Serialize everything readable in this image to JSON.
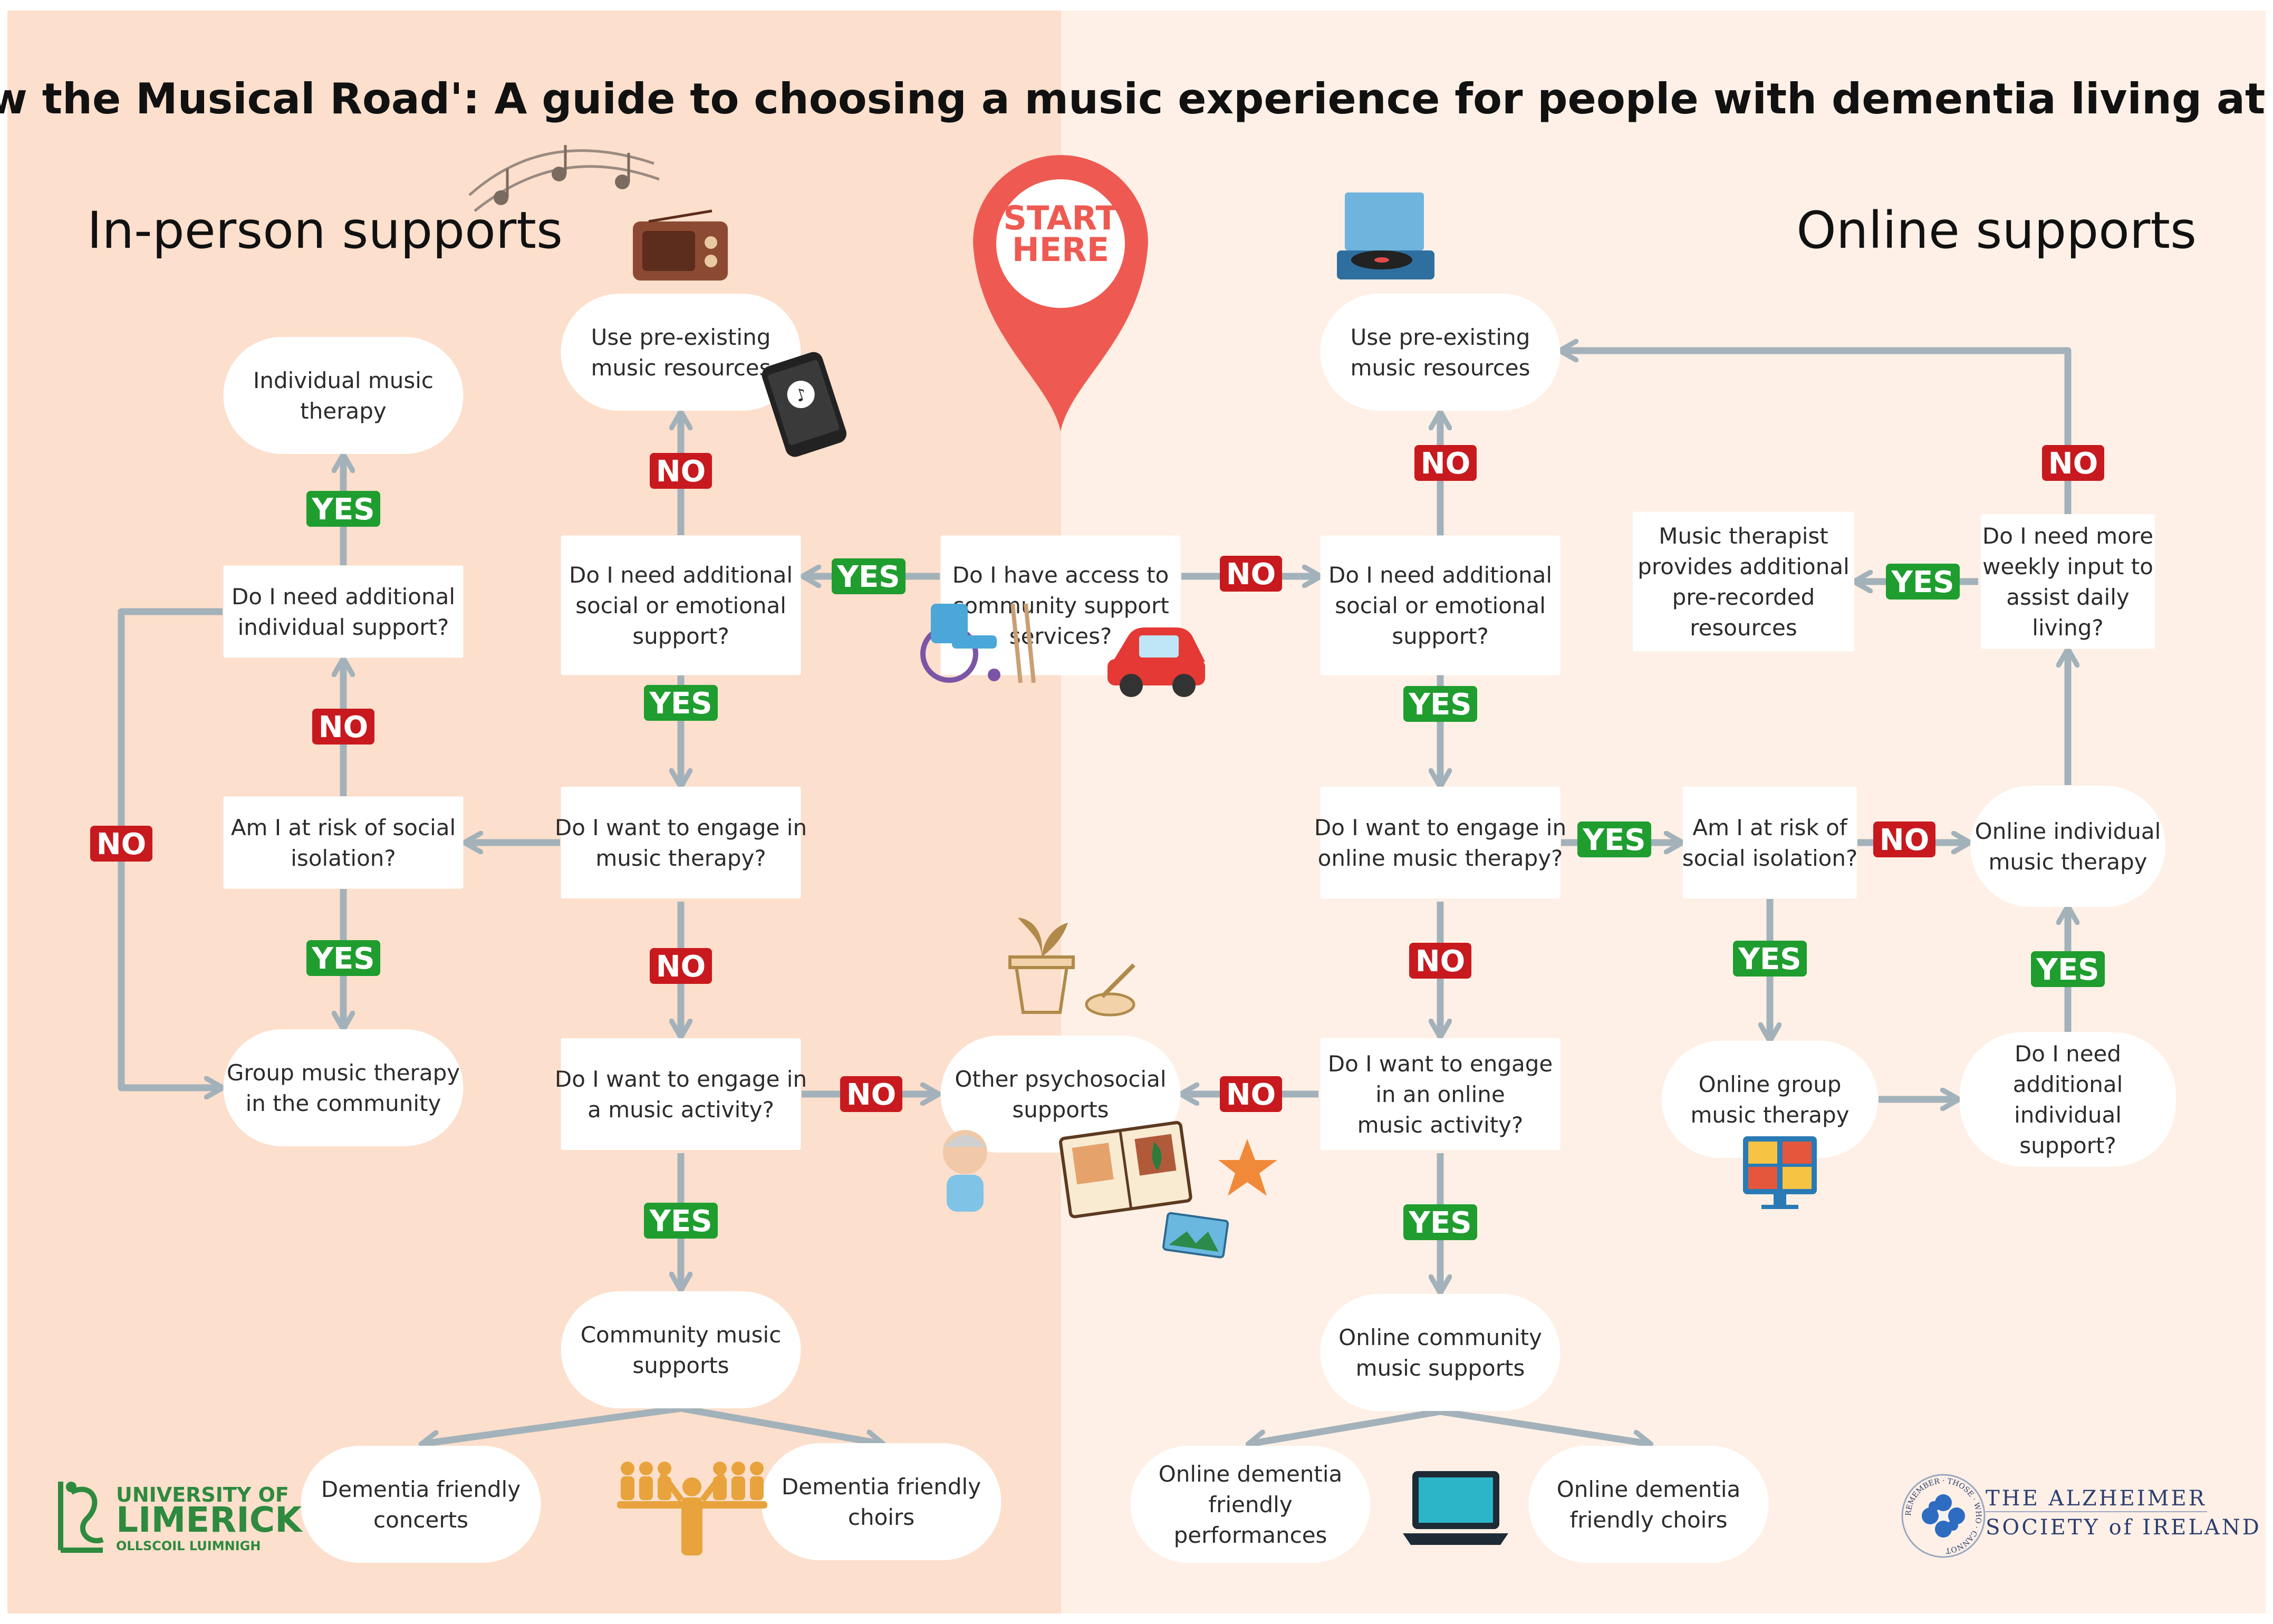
{
  "title": "'Follow the Musical Road': A guide to choosing a music experience for people with dementia living at home",
  "left_heading": "In-person supports",
  "right_heading": "Online supports",
  "start_marker": [
    "START",
    "HERE"
  ],
  "colors": {
    "left_bg": "#fcdfcc",
    "right_bg": "#fef0e6",
    "arrow": "#a3b2ba",
    "yes": "#1f9d2f",
    "no": "#c8191e",
    "pin": "#ee5a52"
  },
  "nodes": [
    {
      "id": "start",
      "shape": "rect",
      "lines": [
        "Do I have access to",
        "community support",
        "services?"
      ]
    },
    {
      "id": "ip_social",
      "shape": "rect",
      "lines": [
        "Do I need additional",
        "social or emotional",
        "support?"
      ]
    },
    {
      "id": "ip_resources",
      "shape": "pill",
      "lines": [
        "Use pre-existing",
        "music resources"
      ]
    },
    {
      "id": "ip_therapy_q",
      "shape": "rect",
      "lines": [
        "Do I want to engage in",
        "music therapy?"
      ]
    },
    {
      "id": "ip_isolation",
      "shape": "rect",
      "lines": [
        "Am I at risk of social",
        "isolation?"
      ]
    },
    {
      "id": "ip_individual_q",
      "shape": "rect",
      "lines": [
        "Do I need additional",
        "individual support?"
      ]
    },
    {
      "id": "ip_individual_therapy",
      "shape": "pill",
      "lines": [
        "Individual music",
        "therapy"
      ]
    },
    {
      "id": "ip_group_therapy",
      "shape": "pill",
      "lines": [
        "Group music therapy",
        "in the community"
      ]
    },
    {
      "id": "ip_activity_q",
      "shape": "rect",
      "lines": [
        "Do I want to engage in",
        "a music activity?"
      ]
    },
    {
      "id": "psychosocial",
      "shape": "pill",
      "lines": [
        "Other psychosocial",
        "supports"
      ]
    },
    {
      "id": "ip_community",
      "shape": "pill",
      "lines": [
        "Community music",
        "supports"
      ]
    },
    {
      "id": "ip_concerts",
      "shape": "pill",
      "lines": [
        "Dementia friendly",
        "concerts"
      ]
    },
    {
      "id": "ip_choirs",
      "shape": "pill",
      "lines": [
        "Dementia friendly",
        "choirs"
      ]
    },
    {
      "id": "ol_social",
      "shape": "rect",
      "lines": [
        "Do I need additional",
        "social or emotional",
        "support?"
      ]
    },
    {
      "id": "ol_resources",
      "shape": "pill",
      "lines": [
        "Use pre-existing",
        "music  resources"
      ]
    },
    {
      "id": "ol_therapy_q",
      "shape": "rect",
      "lines": [
        "Do I want to engage in",
        "online music therapy?"
      ]
    },
    {
      "id": "ol_isolation",
      "shape": "rect",
      "lines": [
        "Am I at risk of",
        "social isolation?"
      ]
    },
    {
      "id": "ol_individual_therapy",
      "shape": "pill",
      "lines": [
        "Online individual",
        "music therapy"
      ]
    },
    {
      "id": "ol_weekly_q",
      "shape": "rect",
      "lines": [
        "Do I need more",
        "weekly input to",
        "assist daily",
        "living?"
      ]
    },
    {
      "id": "ol_prerecorded",
      "shape": "rect",
      "lines": [
        "Music therapist",
        "provides additional",
        "pre-recorded",
        "resources"
      ]
    },
    {
      "id": "ol_group_therapy",
      "shape": "pill",
      "lines": [
        "Online group",
        "music therapy"
      ]
    },
    {
      "id": "ol_individual_q",
      "shape": "pill",
      "lines": [
        "Do I need",
        "additional",
        "individual",
        "support?"
      ]
    },
    {
      "id": "ol_activity_q",
      "shape": "rect",
      "lines": [
        "Do I want to engage",
        "in an online",
        "music activity?"
      ]
    },
    {
      "id": "ol_community",
      "shape": "pill",
      "lines": [
        "Online community",
        "music supports"
      ]
    },
    {
      "id": "ol_performances",
      "shape": "pill",
      "lines": [
        "Online dementia",
        "friendly",
        "performances"
      ]
    },
    {
      "id": "ol_choirs",
      "shape": "pill",
      "lines": [
        "Online dementia",
        "friendly choirs"
      ]
    }
  ],
  "edges": [
    {
      "from": "start",
      "to": "ip_social",
      "label": "YES"
    },
    {
      "from": "start",
      "to": "ol_social",
      "label": "NO"
    },
    {
      "from": "ip_social",
      "to": "ip_resources",
      "label": "NO"
    },
    {
      "from": "ip_social",
      "to": "ip_therapy_q",
      "label": "YES"
    },
    {
      "from": "ip_therapy_q",
      "to": "ip_isolation",
      "label": ""
    },
    {
      "from": "ip_isolation",
      "to": "ip_individual_q",
      "label": "NO"
    },
    {
      "from": "ip_isolation",
      "to": "ip_group_therapy",
      "label": "YES"
    },
    {
      "from": "ip_individual_q",
      "to": "ip_individual_therapy",
      "label": "YES"
    },
    {
      "from": "ip_individual_q",
      "to": "ip_group_therapy",
      "label": "NO"
    },
    {
      "from": "ip_therapy_q",
      "to": "ip_activity_q",
      "label": "NO"
    },
    {
      "from": "ip_activity_q",
      "to": "psychosocial",
      "label": "NO"
    },
    {
      "from": "ip_activity_q",
      "to": "ip_community",
      "label": "YES"
    },
    {
      "from": "ip_community",
      "to": "ip_concerts",
      "label": ""
    },
    {
      "from": "ip_community",
      "to": "ip_choirs",
      "label": ""
    },
    {
      "from": "ol_social",
      "to": "ol_resources",
      "label": "NO"
    },
    {
      "from": "ol_social",
      "to": "ol_therapy_q",
      "label": "YES"
    },
    {
      "from": "ol_therapy_q",
      "to": "ol_isolation",
      "label": "YES"
    },
    {
      "from": "ol_isolation",
      "to": "ol_individual_therapy",
      "label": "NO"
    },
    {
      "from": "ol_isolation",
      "to": "ol_group_therapy",
      "label": "YES"
    },
    {
      "from": "ol_group_therapy",
      "to": "ol_individual_q",
      "label": ""
    },
    {
      "from": "ol_individual_q",
      "to": "ol_individual_therapy",
      "label": "YES"
    },
    {
      "from": "ol_individual_therapy",
      "to": "ol_weekly_q",
      "label": ""
    },
    {
      "from": "ol_weekly_q",
      "to": "ol_prerecorded",
      "label": "YES"
    },
    {
      "from": "ol_weekly_q",
      "to": "ol_resources",
      "label": "NO"
    },
    {
      "from": "ol_therapy_q",
      "to": "ol_activity_q",
      "label": "NO"
    },
    {
      "from": "ol_activity_q",
      "to": "psychosocial",
      "label": "NO"
    },
    {
      "from": "ol_activity_q",
      "to": "ol_community",
      "label": "YES"
    },
    {
      "from": "ol_community",
      "to": "ol_performances",
      "label": ""
    },
    {
      "from": "ol_community",
      "to": "ol_choirs",
      "label": ""
    }
  ],
  "logos": {
    "limerick": [
      "UNIVERSITY OF",
      "LIMERICK",
      "OLLSCOIL LUIMNIGH"
    ],
    "alzheimer": [
      "THE  ALZHEIMER",
      "SOCIETY of IRELAND"
    ],
    "alzheimer_seal": "REMEMBER · THOSE · WHO · CANNOT"
  },
  "icons": [
    "music-notes-icon",
    "radio-icon",
    "smartphone-icon",
    "record-player-icon",
    "wheelchair-icon",
    "car-icon",
    "plant-pot-icon",
    "person-icon",
    "scrapbook-icon",
    "starfish-icon",
    "photo-icon",
    "choir-icon",
    "laptop-icon",
    "video-call-icon"
  ]
}
